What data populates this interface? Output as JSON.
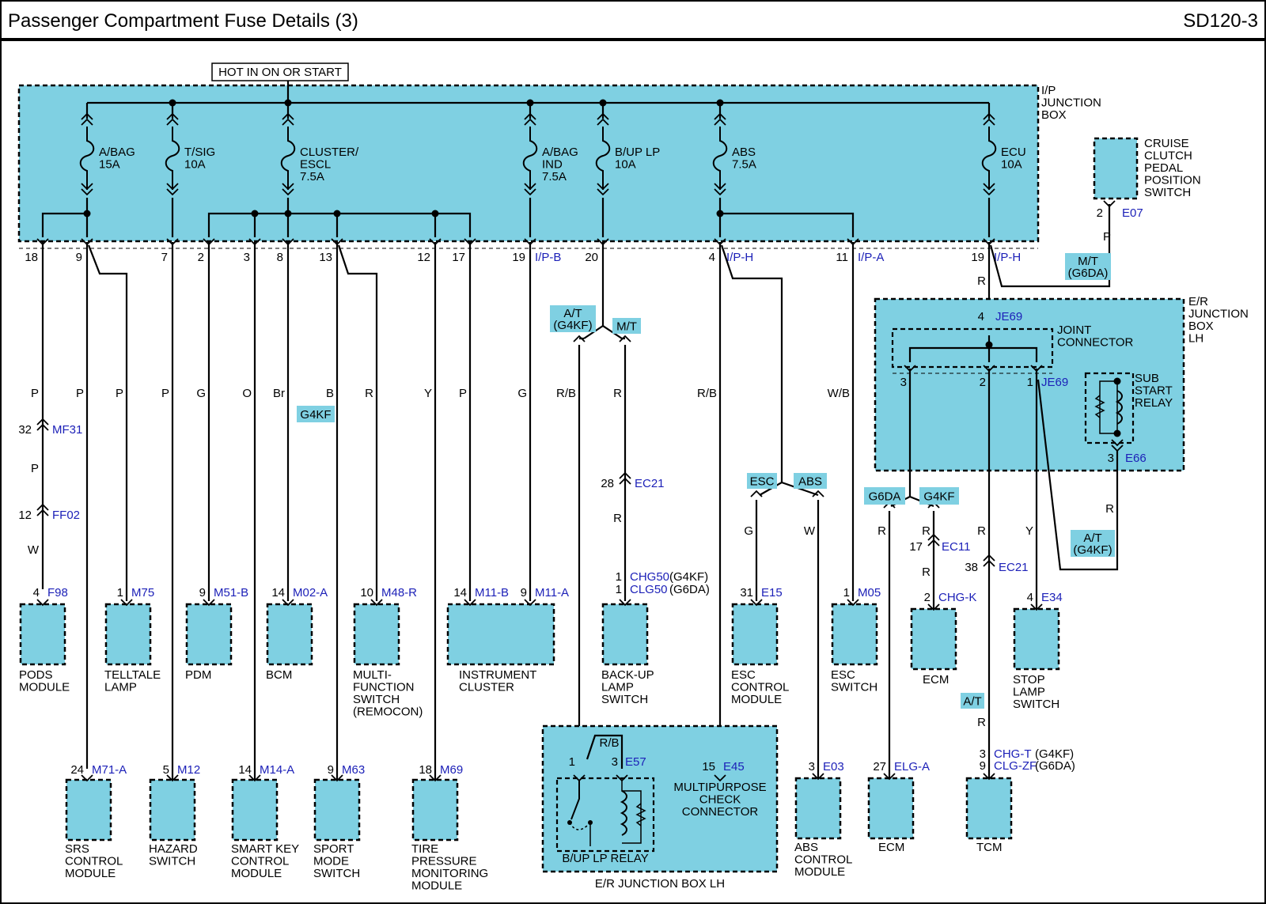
{
  "header": {
    "title": "Passenger Compartment Fuse Details (3)",
    "code": "SD120-3"
  },
  "power_label": "HOT IN ON OR START",
  "boxes": {
    "ip_junction": [
      "I/P",
      "JUNCTION",
      "BOX"
    ],
    "er_junction": [
      "E/R",
      "JUNCTION",
      "BOX",
      "LH"
    ],
    "er_junction_bottom": "E/R JUNCTION BOX LH",
    "joint_connector": [
      "JOINT",
      "CONNECTOR"
    ],
    "sub_start_relay": [
      "SUB",
      "START",
      "RELAY"
    ],
    "bup_relay": "B/UP LP RELAY",
    "mpc_connector": [
      "MULTIPURPOSE",
      "CHECK",
      "CONNECTOR"
    ],
    "cruise_switch": [
      "CRUISE",
      "CLUTCH",
      "PEDAL",
      "POSITION",
      "SWITCH"
    ]
  },
  "fuses": [
    {
      "name": [
        "A/BAG",
        "15A"
      ]
    },
    {
      "name": [
        "T/SIG",
        "10A"
      ]
    },
    {
      "name": [
        "CLUSTER/",
        "ESCL",
        "7.5A"
      ]
    },
    {
      "name": [
        "A/BAG",
        "IND",
        "7.5A"
      ]
    },
    {
      "name": [
        "B/UP LP",
        "10A"
      ]
    },
    {
      "name": [
        "ABS",
        "7.5A"
      ]
    },
    {
      "name": [
        "ECU",
        "10A"
      ]
    }
  ],
  "ip_pins": [
    "18",
    "9",
    "7",
    "2",
    "3",
    "8",
    "13",
    "12",
    "17",
    "19",
    "20",
    "4",
    "11",
    "19"
  ],
  "ip_connectors": [
    "I/P-B",
    "I/P-H",
    "I/P-A",
    "I/P-H"
  ],
  "wire_colors": [
    "P",
    "P",
    "P",
    "P",
    "G",
    "O",
    "Br",
    "B",
    "R",
    "Y",
    "P",
    "G",
    "R/B",
    "R",
    "R/B",
    "W/B",
    "P",
    "W",
    "R",
    "G",
    "W",
    "R",
    "R",
    "R",
    "Y",
    "R",
    "R",
    "R",
    "P",
    "R"
  ],
  "option_tags": [
    "G4KF",
    "A/T\n(G4KF)",
    "M/T",
    "ESC",
    "ABS",
    "G6DA",
    "G4KF",
    "M/T\n(G6DA)",
    "A/T\n(G4KF)",
    "A/T"
  ],
  "inline_connectors": [
    {
      "pin": "32",
      "name": "MF31"
    },
    {
      "pin": "12",
      "name": "FF02"
    },
    {
      "pin": "28",
      "name": "EC21"
    },
    {
      "pin": "17",
      "name": "EC11"
    },
    {
      "pin": "38",
      "name": "EC21"
    },
    {
      "pin": "2",
      "name": "E07"
    },
    {
      "pin": "4",
      "name": "JE69"
    },
    {
      "pin": "3",
      "name": "E66"
    }
  ],
  "joint_pins": [
    "3",
    "2",
    "1"
  ],
  "joint_name": "JE69",
  "components_top": [
    {
      "pin": "4",
      "conn": "F98",
      "label": [
        "PODS",
        "MODULE"
      ]
    },
    {
      "pin": "1",
      "conn": "M75",
      "label": [
        "TELLTALE",
        "LAMP"
      ]
    },
    {
      "pin": "9",
      "conn": "M51-B",
      "label": [
        "PDM"
      ]
    },
    {
      "pin": "14",
      "conn": "M02-A",
      "label": [
        "BCM"
      ]
    },
    {
      "pin": "10",
      "conn": "M48-R",
      "label": [
        "MULTI-",
        "FUNCTION",
        "SWITCH",
        "(REMOCON)"
      ]
    },
    {
      "pin": "14",
      "conn": "M11-B",
      "pin2": "9",
      "conn2": "M11-A",
      "label": [
        "INSTRUMENT",
        "CLUSTER"
      ]
    },
    {
      "pins": [
        "1",
        "1"
      ],
      "conns": [
        "CHG50",
        "CLG50"
      ],
      "options": [
        "(G4KF)",
        "(G6DA)"
      ],
      "label": [
        "BACK-UP",
        "LAMP",
        "SWITCH"
      ]
    },
    {
      "pin": "31",
      "conn": "E15",
      "label": [
        "ESC",
        "CONTROL",
        "MODULE"
      ]
    },
    {
      "pin": "1",
      "conn": "M05",
      "label": [
        "ESC",
        "SWITCH"
      ]
    },
    {
      "pin": "2",
      "conn": "CHG-K",
      "label": [
        "ECM"
      ]
    },
    {
      "pin": "4",
      "conn": "E34",
      "label": [
        "STOP",
        "LAMP",
        "SWITCH"
      ]
    }
  ],
  "components_bottom": [
    {
      "pin": "24",
      "conn": "M71-A",
      "label": [
        "SRS",
        "CONTROL",
        "MODULE"
      ]
    },
    {
      "pin": "5",
      "conn": "M12",
      "label": [
        "HAZARD",
        "SWITCH"
      ]
    },
    {
      "pin": "14",
      "conn": "M14-A",
      "label": [
        "SMART KEY",
        "CONTROL",
        "MODULE"
      ]
    },
    {
      "pin": "9",
      "conn": "M63",
      "label": [
        "SPORT",
        "MODE",
        "SWITCH"
      ]
    },
    {
      "pin": "18",
      "conn": "M69",
      "label": [
        "TIRE",
        "PRESSURE",
        "MONITORING",
        "MODULE"
      ]
    },
    {
      "pin": "3",
      "conn": "E03",
      "label": [
        "ABS",
        "CONTROL",
        "MODULE"
      ]
    },
    {
      "pin": "27",
      "conn": "ELG-A",
      "label": [
        "ECM"
      ]
    },
    {
      "pins": [
        "3",
        "9"
      ],
      "conns": [
        "CHG-T",
        "CLG-ZF"
      ],
      "options": [
        "(G4KF)",
        "(G6DA)"
      ],
      "label": [
        "TCM"
      ]
    }
  ],
  "relay_pins": [
    {
      "pin": "1"
    },
    {
      "pin": "3",
      "conn": "E57"
    },
    {
      "pin": "15",
      "conn": "E45"
    }
  ],
  "relay_wire": "R/B",
  "colors": {
    "box_fill": "#7fd0e2",
    "tag_fill": "#7fd0e2",
    "connector_text": "#1d21b8",
    "line": "#000000"
  }
}
